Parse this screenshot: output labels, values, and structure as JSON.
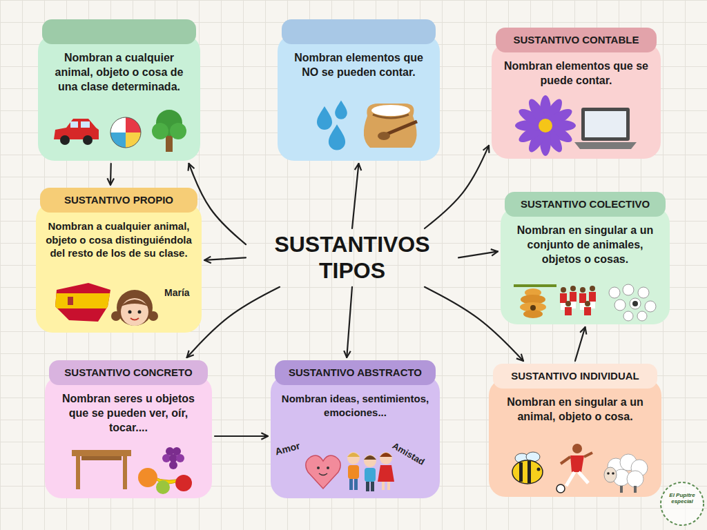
{
  "diagram": {
    "nodes": [
      {
        "text": [
          "Nombran a cualquier animal, objeto o cosa de una clase determinada."
        ]
      },
      {
        "text": [
          "Nombran elementos que NO se pueden contar."
        ]
      },
      {
        "text": [
          "SUSTANTIVO CONTABLE",
          "Nombran elementos que se puede contar."
        ]
      },
      {
        "text": [
          "SUSTANTIVO PROPIO",
          "Nombran a cualquier animal, objeto o cosa distinguiéndola del resto de los de su clase."
        ]
      },
      {
        "text": [
          "SUSTANTIVOS TIPOS"
        ]
      },
      {
        "text": [
          "SUSTANTIVO COLECTIVO",
          "Nombran en singular a un conjunto de animales, objetos o cosas."
        ]
      },
      {
        "text": [
          "SUSTANTIVO CONCRETO",
          "Nombran seres u objetos que se pueden ver, oír, tocar...."
        ]
      },
      {
        "text": [
          "SUSTANTIVO ABSTRACTO",
          "Nombran ideas, sentimientos, emociones..."
        ]
      },
      {
        "text": [
          "SUSTANTIVO INDIVIDUAL",
          "Nombran en singular a un animal, objeto o cosa."
        ]
      }
    ],
    "edges": [
      {
        "from": 4,
        "to": 0,
        "arrow": "to"
      },
      {
        "from": 4,
        "to": 1,
        "arrow": "to"
      },
      {
        "from": 4,
        "to": 2,
        "arrow": "to"
      },
      {
        "from": 4,
        "to": 3,
        "arrow": "to"
      },
      {
        "from": 4,
        "to": 5,
        "arrow": "to"
      },
      {
        "from": 4,
        "to": 6,
        "arrow": "to"
      },
      {
        "from": 4,
        "to": 7,
        "arrow": "to"
      },
      {
        "from": 4,
        "to": 8,
        "arrow": "to"
      },
      {
        "from": 0,
        "to": 3,
        "arrow": "to"
      },
      {
        "from": 6,
        "to": 7,
        "arrow": "to"
      },
      {
        "from": 8,
        "to": 5,
        "arrow": "to"
      }
    ],
    "labels": [
      "María",
      "Amor",
      "Amistad",
      "El Pupitre especial"
    ]
  }
}
